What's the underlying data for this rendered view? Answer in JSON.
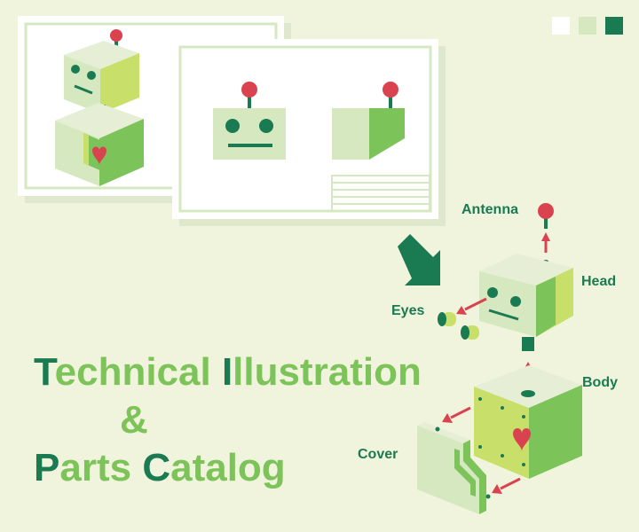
{
  "colors": {
    "background": "#f1f4dc",
    "dark_green": "#1a7a52",
    "mid_green": "#7cc35a",
    "light_green": "#d6e8c0",
    "lime": "#c8df6a",
    "red": "#d9434f",
    "white": "#ffffff"
  },
  "swatches": [
    "#ffffff",
    "#d6e8c0",
    "#1a7a52"
  ],
  "labels": {
    "antenna": "Antenna",
    "head": "Head",
    "eyes": "Eyes",
    "body": "Body",
    "cover": "Cover"
  },
  "title": {
    "line1_cap": "T",
    "line1_a": "echnical ",
    "line1_cap2": "I",
    "line1_b": "llustration",
    "line2": "&",
    "line3_cap": "P",
    "line3_a": "arts ",
    "line3_cap2": "C",
    "line3_b": "atalog"
  }
}
